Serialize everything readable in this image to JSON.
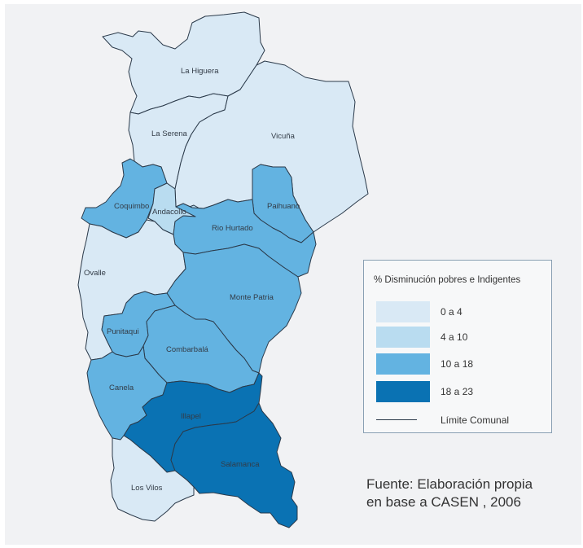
{
  "legend": {
    "title": "% Disminución pobres e Indigentes",
    "items": [
      {
        "label": "0 a 4",
        "color": "#d9e9f5"
      },
      {
        "label": "4 a 10",
        "color": "#b9dcf0"
      },
      {
        "label": "10 a 18",
        "color": "#63b3e1"
      },
      {
        "label": "18 a 23",
        "color": "#0a72b3"
      }
    ],
    "boundary_label": "Límite Comunal"
  },
  "communes": [
    {
      "name": "La Higuera",
      "class": 0
    },
    {
      "name": "La Serena",
      "class": 0
    },
    {
      "name": "Vicuña",
      "class": 0
    },
    {
      "name": "Coquimbo",
      "class": 2
    },
    {
      "name": "Andacollo",
      "class": 1
    },
    {
      "name": "Paihuano",
      "class": 2
    },
    {
      "name": "Rio Hurtado",
      "class": 2
    },
    {
      "name": "Ovalle",
      "class": 0
    },
    {
      "name": "Monte Patria",
      "class": 2
    },
    {
      "name": "Punitaqui",
      "class": 2
    },
    {
      "name": "Combarbalá",
      "class": 2
    },
    {
      "name": "Canela",
      "class": 2
    },
    {
      "name": "Illapel",
      "class": 3
    },
    {
      "name": "Salamanca",
      "class": 3
    },
    {
      "name": "Los Vilos",
      "class": 0
    }
  ],
  "source_lines": [
    "Fuente: Elaboración propia",
    "en base a CASEN , 2006"
  ]
}
